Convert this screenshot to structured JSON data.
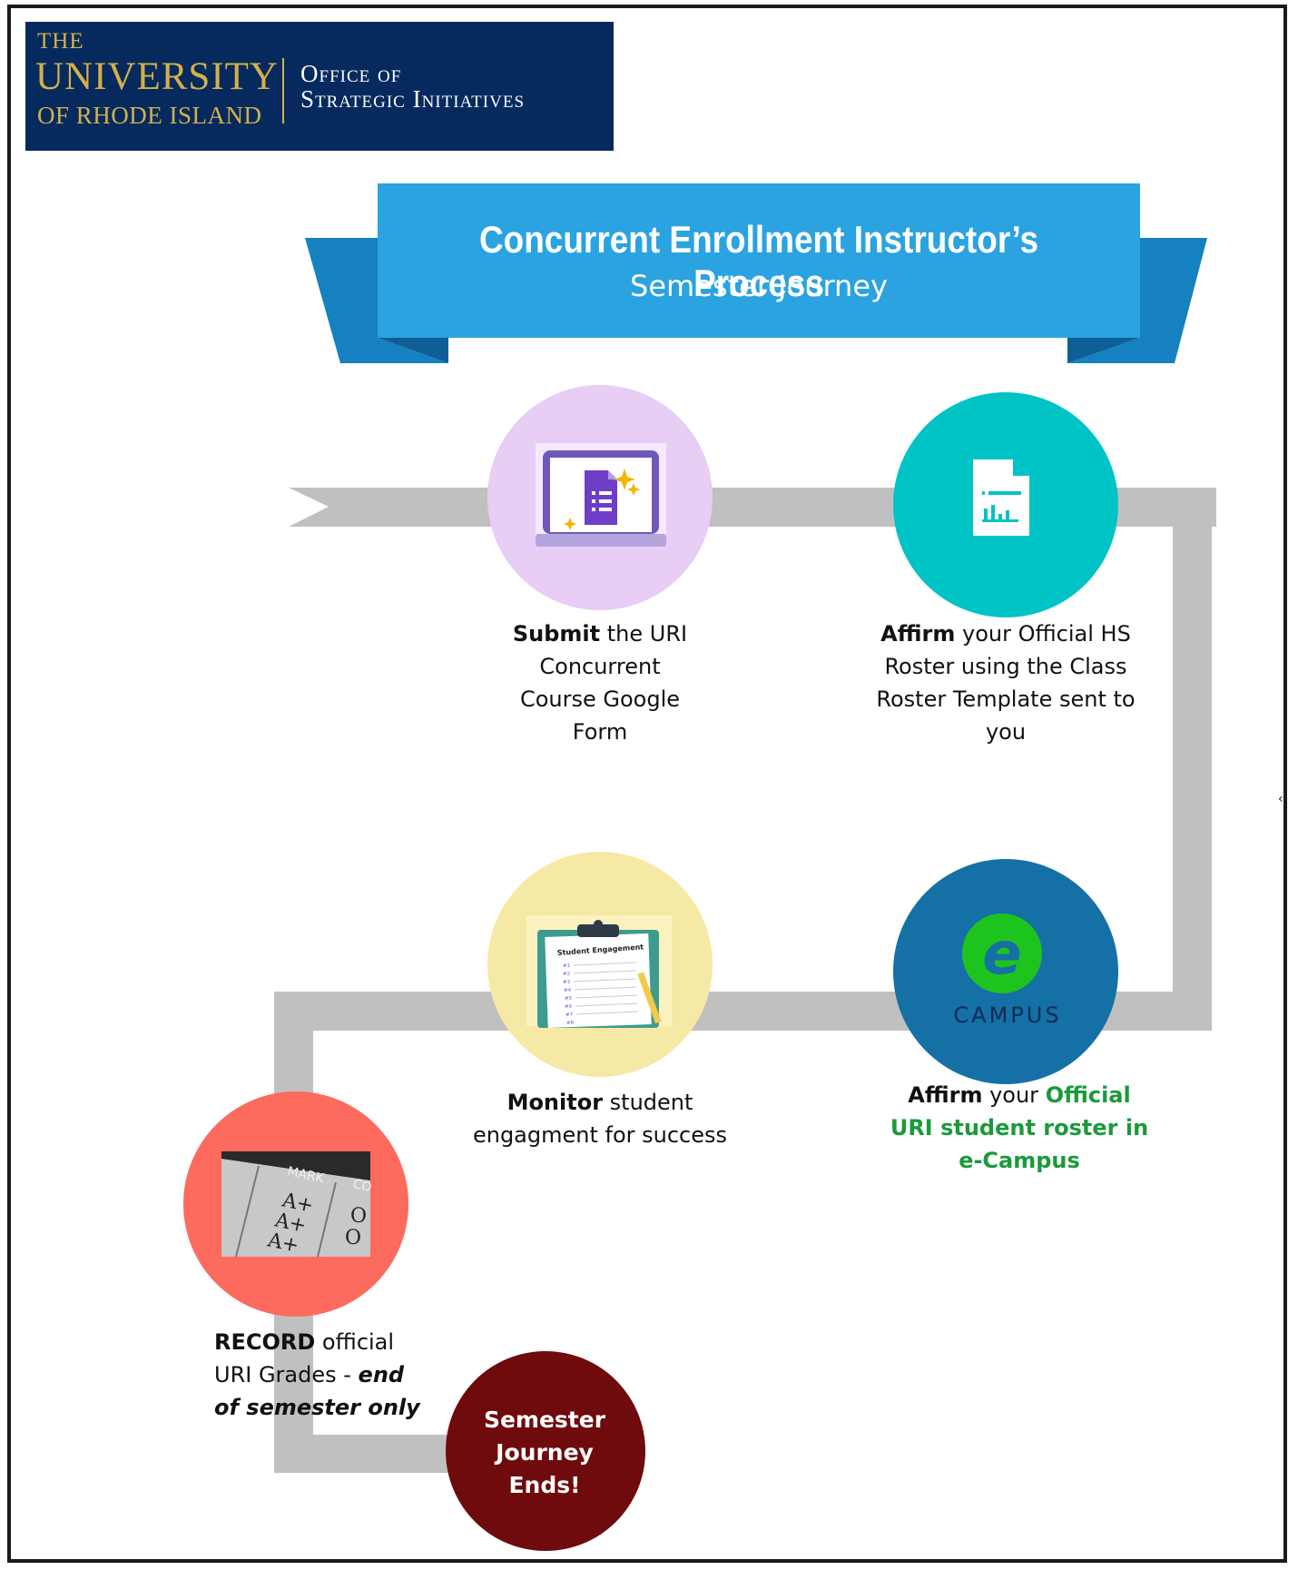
{
  "logo": {
    "the": "THE",
    "university": "UNIVERSITY",
    "rhode_island": "OF RHODE ISLAND",
    "office_line1": "Office of",
    "office_line2": "Strategic Initiatives"
  },
  "banner": {
    "title": "Concurrent Enrollment Instructor’s Process",
    "subtitle": "Semester Journey"
  },
  "steps": [
    {
      "id": "submit",
      "bold": "Submit",
      "rest": " the URI Concurrent Course Google Form",
      "color": "#e8cdf5"
    },
    {
      "id": "affirm-hs",
      "bold": "Affirm",
      "rest": " your Official HS Roster using the Class Roster Template sent to you",
      "color": "#00c3c6"
    },
    {
      "id": "affirm-ecampus",
      "bold": "Affirm",
      "rest": " your ",
      "green": "Official URI student roster in e-Campus",
      "color": "#1570a6"
    },
    {
      "id": "monitor",
      "bold": "Monitor",
      "rest": " student engagment for success",
      "color": "#f6e9a6"
    },
    {
      "id": "record",
      "bold": "RECORD",
      "rest": " official URI Grades - ",
      "italic": "end of semester only",
      "color": "#fd6a5e"
    }
  ],
  "icons": {
    "form": "google-forms-laptop-icon",
    "roster": "spreadsheet-document-icon",
    "ecampus": "ecampus-logo-icon",
    "clipboard": "student-engagement-clipboard-icon",
    "grades": "grade-sheet-photo-icon",
    "clipboard_title": "Student Engagement",
    "clipboard_rows": [
      "#1",
      "#2",
      "#3",
      "#4",
      "#5",
      "#6",
      "#7",
      "#8"
    ],
    "grades_header_mark": "MARK",
    "grades_header_co": "CO",
    "grades_values": [
      "A+",
      "A+",
      "A+"
    ],
    "grades_os": [
      "O",
      "O"
    ],
    "ecampus_letter": "e",
    "ecampus_word": "CAMPUS"
  },
  "end": {
    "line1": "Semester",
    "line2": "Journey",
    "line3": "Ends!",
    "color": "#6f0a0d"
  },
  "colors": {
    "path": "#c0c0c0",
    "banner_front": "#2aa3e0",
    "banner_back": "#1581c0",
    "logo_bg": "#062a5e",
    "logo_gold": "#d4b04a",
    "green_text": "#1a9a3a"
  },
  "stray_mark": "‹"
}
